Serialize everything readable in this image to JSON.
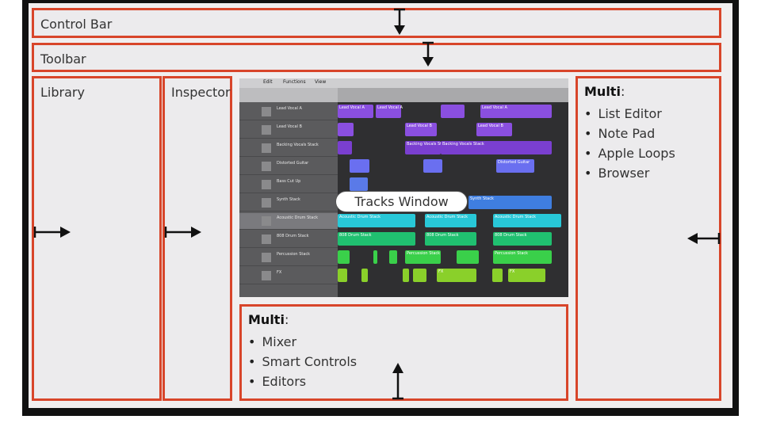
{
  "control_bar": {
    "label": "Control Bar"
  },
  "toolbar": {
    "label": "Toolbar"
  },
  "library": {
    "label": "Library"
  },
  "inspector": {
    "label": "Inspector"
  },
  "tracks_window": {
    "label": "Tracks Window",
    "menus": [
      "Edit",
      "Functions",
      "View"
    ],
    "tracks": [
      {
        "name": "Lead Vocal A",
        "color": "#8a4fe0"
      },
      {
        "name": "Lead Vocal B",
        "color": "#8a4fe0"
      },
      {
        "name": "Backing Vocals Stack",
        "color": "#7a3fd0"
      },
      {
        "name": "Distorted Guitar",
        "color": "#6a6ff0"
      },
      {
        "name": "Bass Cut Up",
        "color": "#5a7ae8"
      },
      {
        "name": "Synth Stack",
        "color": "#3f7ee0"
      },
      {
        "name": "Acoustic Drum Stack",
        "color": "#28c8d8"
      },
      {
        "name": "808 Drum Stack",
        "color": "#20c070"
      },
      {
        "name": "Percussion Stack",
        "color": "#3ad04a"
      },
      {
        "name": "FX",
        "color": "#8ad02a"
      }
    ]
  },
  "multi_right": {
    "title": "Multi",
    "suffix": ":",
    "items": [
      "List Editor",
      "Note Pad",
      "Apple Loops",
      "Browser"
    ]
  },
  "multi_bottom": {
    "title": "Multi",
    "suffix": ":",
    "items": [
      "Mixer",
      "Smart Controls",
      "Editors"
    ]
  },
  "colors": {
    "accent_border": "#d8452a",
    "frame": "#111111",
    "panel_bg": "#ecebed"
  }
}
